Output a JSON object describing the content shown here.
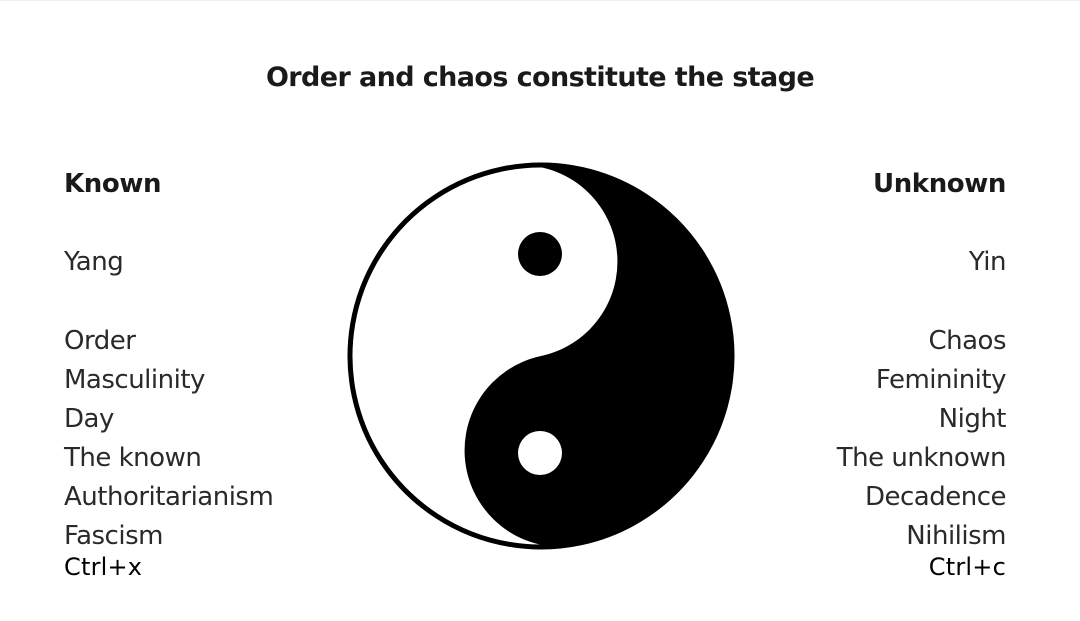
{
  "title": "Order and chaos constitute the stage",
  "left": {
    "heading": "Known",
    "principle": "Yang",
    "items": [
      "Order",
      "Masculinity",
      "Day",
      "The known",
      "Authoritarianism",
      "Fascism"
    ],
    "shortcut": "Ctrl+x"
  },
  "right": {
    "heading": "Unknown",
    "principle": "Yin",
    "items": [
      "Chaos",
      "Femininity",
      "Night",
      "The unknown",
      "Decadence",
      "Nihilism"
    ],
    "shortcut": "Ctrl+c"
  },
  "symbol": {
    "name": "yin-yang",
    "dark_color": "#000000",
    "light_color": "#ffffff"
  }
}
